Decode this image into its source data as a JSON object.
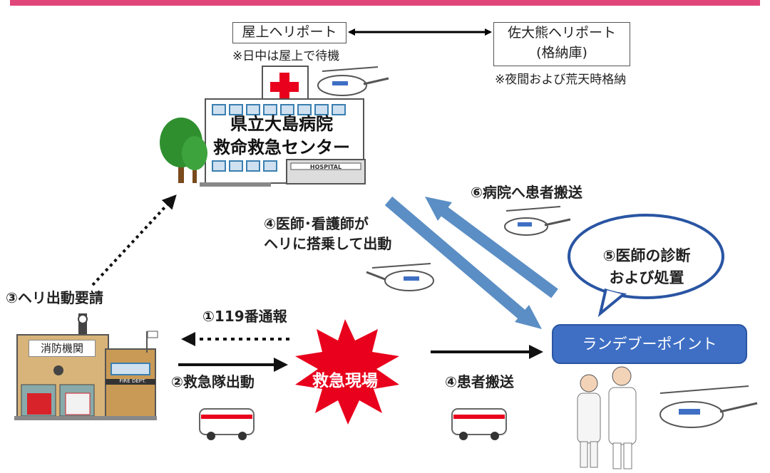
{
  "colors": {
    "top_bar": "#e0467a",
    "arrow_blue": "#5b8ec4",
    "scene_red": "#e8001c",
    "rendezvous_blue": "#3f6fc4"
  },
  "top": {
    "rooftop_heliport": "屋上ヘリポート",
    "rooftop_note": "※日中は屋上で待機",
    "sakuma_heliport": "佐大熊ヘリポート",
    "sakuma_sub": "(格納庫)",
    "sakuma_note": "※夜間および荒天時格納"
  },
  "hospital": {
    "name_line1": "県立大島病院",
    "name_line2": "救命救急センター",
    "sign": "HOSPITAL"
  },
  "steps": {
    "s1": "①119番通報",
    "s2": "②救急隊出動",
    "s3": "③ヘリ出動要請",
    "s4a_line1": "④医師･看護師が",
    "s4a_line2": "ヘリに搭乗して出動",
    "s4b": "④患者搬送",
    "s5_line1": "⑤医師の診断",
    "s5_line2": "および処置",
    "s6": "⑥病院へ患者搬送"
  },
  "fire_station": {
    "sign": "消防機関",
    "dept": "FIRE DEPT."
  },
  "scene": {
    "label": "救急現場"
  },
  "rendezvous": {
    "label": "ランデブーポイント"
  }
}
